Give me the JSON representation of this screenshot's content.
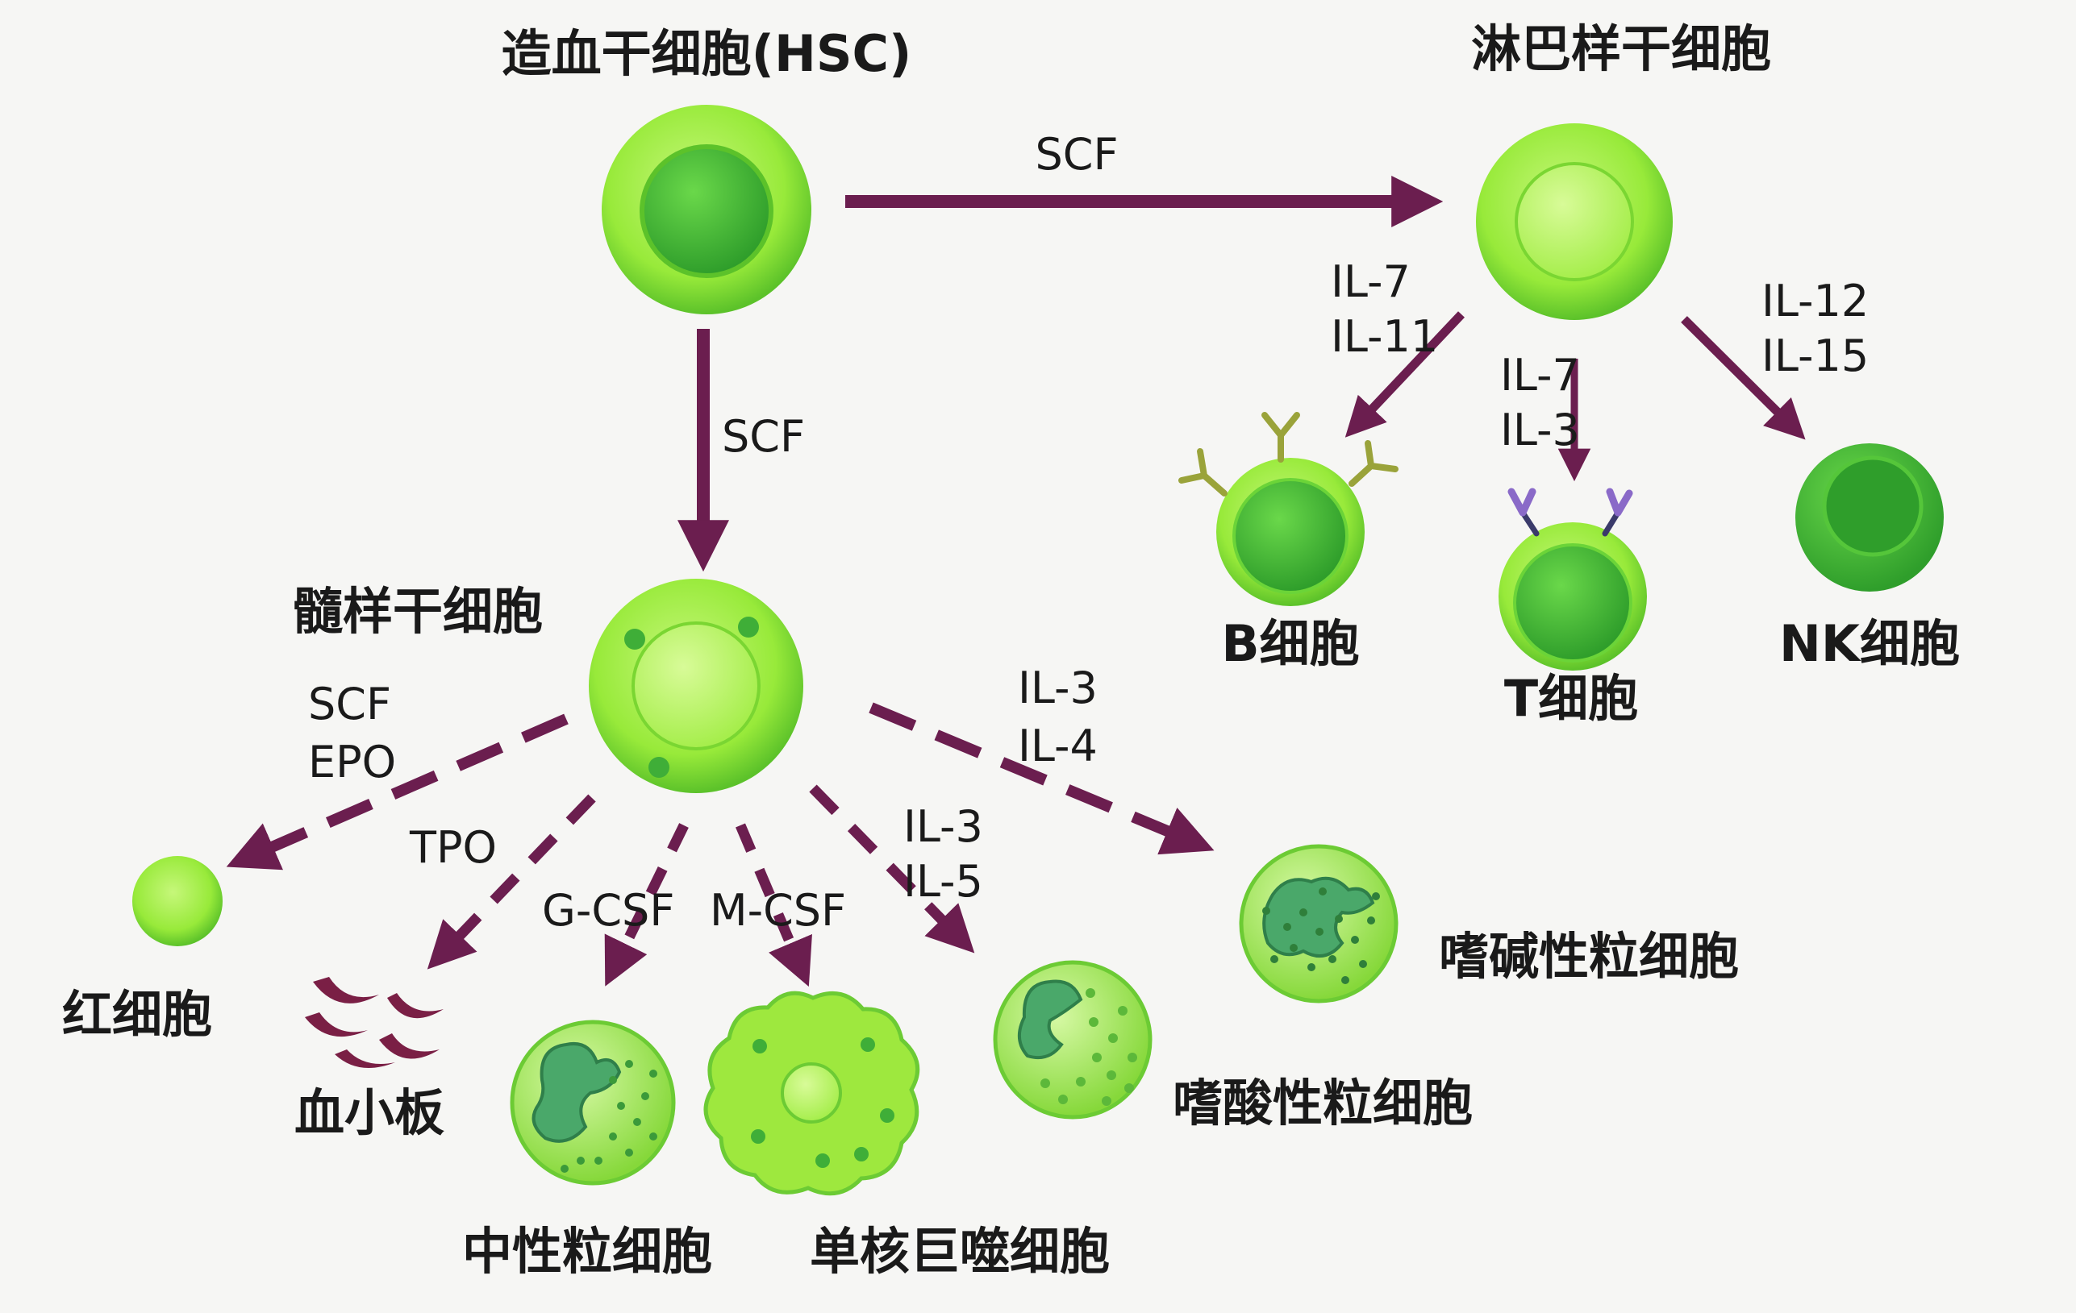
{
  "colors": {
    "arrow": "#6b1e4f",
    "cell_outer": "#9cee3a",
    "cell_nucleus": "#3fbf35",
    "platelet": "#7a1f45",
    "text": "#1a1a1a"
  },
  "cells": {
    "hsc": "造血干细胞(HSC)",
    "lymphoid": "淋巴样干细胞",
    "myeloid": "髓样干细胞",
    "b_cell": "B细胞",
    "t_cell": "T细胞",
    "nk_cell": "NK细胞",
    "erythrocyte": "红细胞",
    "platelet": "血小板",
    "neutrophil": "中性粒细胞",
    "macrophage": "单核巨噬细胞",
    "eosinophil": "嗜酸性粒细胞",
    "basophil": "嗜碱性粒细胞"
  },
  "factors": {
    "hsc_to_lymphoid": "SCF",
    "hsc_to_myeloid": "SCF",
    "b_cell": [
      "IL-7",
      "IL-11"
    ],
    "t_cell": [
      "IL-7",
      "IL-3"
    ],
    "nk_cell": [
      "IL-12",
      "IL-15"
    ],
    "erythrocyte": [
      "SCF",
      "EPO"
    ],
    "platelet": "TPO",
    "neutrophil": "G-CSF",
    "macrophage": "M-CSF",
    "eosinophil": [
      "IL-3",
      "IL-5"
    ],
    "basophil": [
      "IL-3",
      "IL-4"
    ]
  }
}
